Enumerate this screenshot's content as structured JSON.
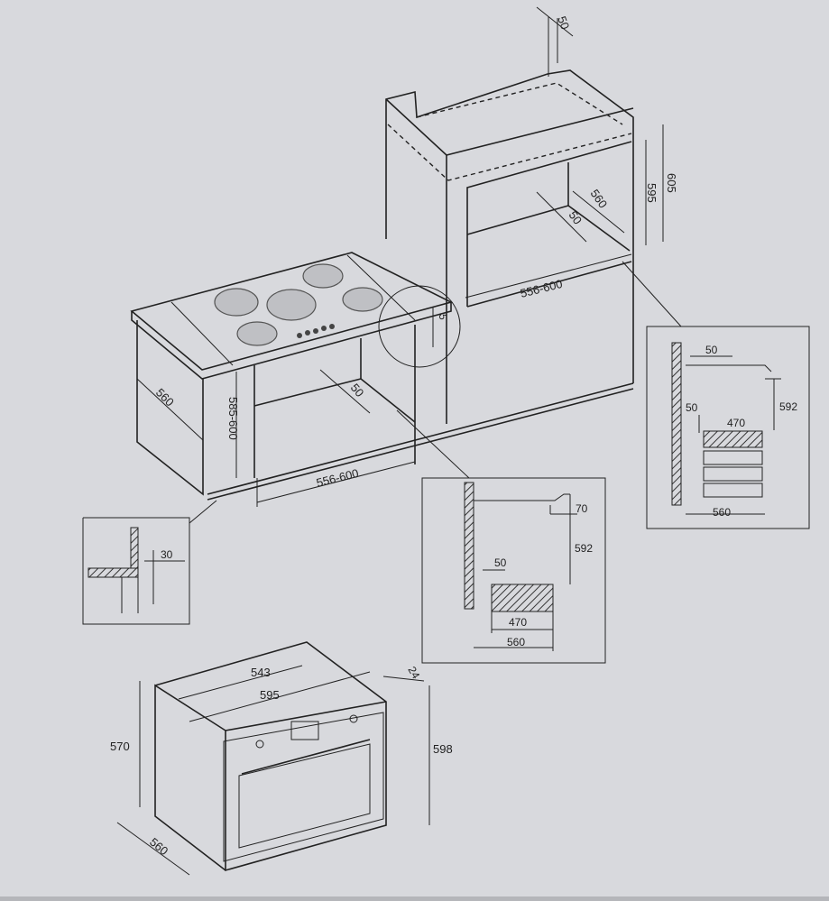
{
  "title": "Built-in oven installation dimensions (mm)",
  "tall_cabinet": {
    "top_gap": "50",
    "outer_height": "605",
    "niche_height": "595",
    "depth": "560",
    "rear_gap": "50",
    "width": "556-600"
  },
  "under_counter": {
    "hob_gap": "5",
    "side_depth": "560",
    "niche_height": "585-600",
    "rear_gap": "50",
    "width": "556-600"
  },
  "plinth_detail": {
    "gap": "30"
  },
  "detail_under_counter": {
    "top": "70",
    "height": "592",
    "gap": "50",
    "shelf": "470",
    "depth": "560"
  },
  "detail_tall_cabinet": {
    "top": "50",
    "gap": "50",
    "height": "592",
    "shelf": "470",
    "depth": "560"
  },
  "oven": {
    "inner_width": "543",
    "outer_width": "595",
    "front_depth": "24",
    "body_height": "570",
    "outer_height": "598",
    "depth": "560"
  },
  "colors": {
    "background": "#d8d9dd",
    "line": "#222222"
  }
}
